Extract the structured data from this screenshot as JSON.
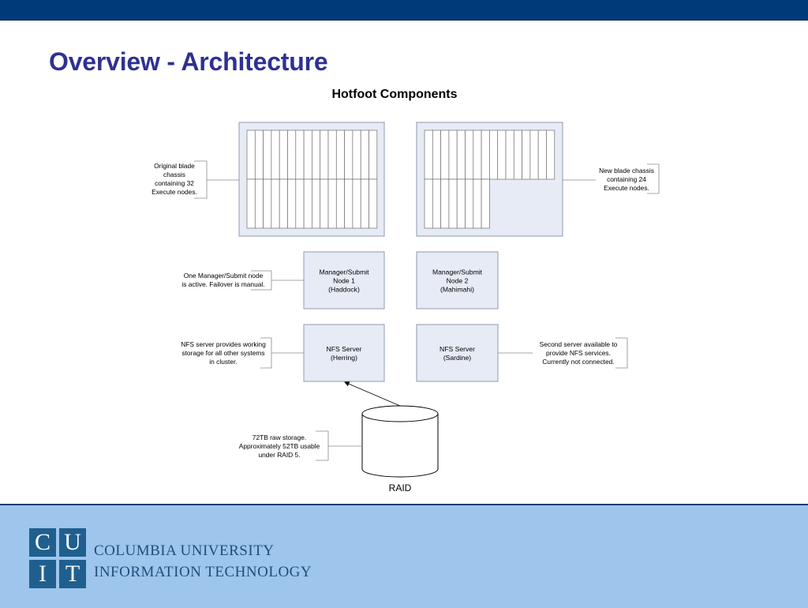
{
  "slide": {
    "title": "Overview - Architecture",
    "diagram_title": "Hotfoot Components"
  },
  "diagram": {
    "nodes": [
      {
        "id": "chassis-1",
        "label": "",
        "kind": "blade-chassis",
        "blades": 32
      },
      {
        "id": "chassis-2",
        "label": "",
        "kind": "blade-chassis",
        "blades": 24
      },
      {
        "id": "manager-1",
        "label": "Manager/Submit\nNode 1\n(Haddock)",
        "kind": "server"
      },
      {
        "id": "manager-2",
        "label": "Manager/Submit\nNode 2\n(Mahimahi)",
        "kind": "server"
      },
      {
        "id": "nfs-1",
        "label": "NFS Server\n(Herring)",
        "kind": "server"
      },
      {
        "id": "nfs-2",
        "label": "NFS Server\n(Sardine)",
        "kind": "server"
      },
      {
        "id": "raid",
        "label": "RAID",
        "kind": "storage"
      }
    ],
    "annotations": [
      {
        "id": "note-chassis-1",
        "target": "chassis-1",
        "text": "Original blade\nchassis\ncontaining 32\nExecute nodes."
      },
      {
        "id": "note-chassis-2",
        "target": "chassis-2",
        "text": "New blade chassis\ncontaining 24\nExecute nodes."
      },
      {
        "id": "note-manager",
        "target": "manager-1",
        "text": "One Manager/Submit node\nis active.  Failover is manual."
      },
      {
        "id": "note-nfs-1",
        "target": "nfs-1",
        "text": "NFS server provides working\nstorage for all other systems\nin cluster."
      },
      {
        "id": "note-nfs-2",
        "target": "nfs-2",
        "text": "Second server available to\nprovide NFS services.\nCurrently not connected."
      },
      {
        "id": "note-raid",
        "target": "raid",
        "text": "72TB raw storage.\nApproximately 52TB usable\nunder RAID 5."
      }
    ],
    "edges": [
      {
        "from": "raid",
        "to": "nfs-1",
        "arrow": true
      }
    ]
  },
  "footer": {
    "logo_letters": [
      "C",
      "U",
      "I",
      "T"
    ],
    "org_line1": "COLUMBIA UNIVERSITY",
    "org_line2": "INFORMATION TECHNOLOGY"
  },
  "colors": {
    "top_bar": "#003a78",
    "title": "#2e3192",
    "footer_bg": "#9ec5ec",
    "box_fill": "#e6ebf5",
    "box_stroke": "#8e9ab3",
    "logo": "#1f5f8e"
  }
}
